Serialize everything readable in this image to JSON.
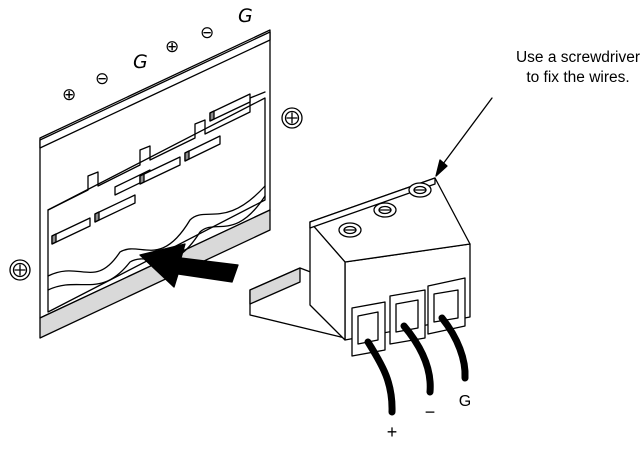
{
  "callout": {
    "line1": "Use a screwdriver",
    "line2": "to fix the wires."
  },
  "socket_labels": [
    "⊕",
    "⊖",
    "G",
    "⊕",
    "⊖",
    "G"
  ],
  "wire_labels": {
    "positive": "+",
    "negative": "−",
    "ground": "G"
  },
  "icons": {
    "mount_screw": "screw-head-icon",
    "insert_arrow": "arrow-left-icon"
  },
  "colors": {
    "line": "#000000",
    "fill": "#ffffff",
    "shade": "#d9d9d9",
    "dark_shade": "#8c8c8c"
  }
}
